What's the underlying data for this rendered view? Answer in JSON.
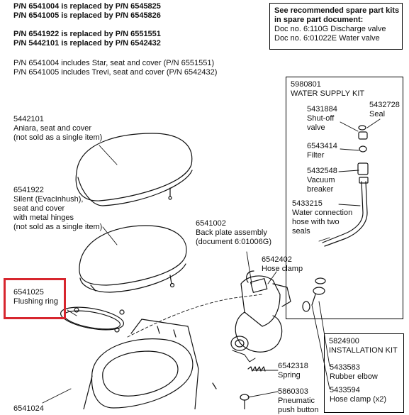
{
  "replacements": [
    "P/N 6541004 is replaced by P/N 6545825",
    "P/N 6541005 is replaced by P/N 6545826",
    "P/N 6541922 is replaced by P/N 6551551",
    "P/N 5442101 is replaced by P/N 6542432"
  ],
  "includes": [
    "P/N 6541004 includes Star, seat and cover (P/N 6551551)",
    "P/N 6541005 includes Trevi, seat and cover (P/N 6542432)"
  ],
  "spare_parts_box": {
    "title_lines": [
      "See recommended spare part kits",
      "in spare part document:"
    ],
    "docs": [
      "Doc no. 6:110G Discharge valve",
      "Doc no. 6:01022E Water valve"
    ]
  },
  "water_supply_kit": {
    "number": "5980801",
    "title": "WATER SUPPLY KIT",
    "parts": [
      {
        "lines": [
          "5431884",
          "Shut-off",
          "valve"
        ]
      },
      {
        "lines": [
          "5432728",
          "Seal"
        ]
      },
      {
        "lines": [
          "6543414",
          "Filter"
        ]
      },
      {
        "lines": [
          "5432548",
          "Vacuum",
          "breaker"
        ]
      },
      {
        "lines": [
          "5433215",
          "Water connection",
          "hose with two",
          "seals"
        ]
      }
    ]
  },
  "installation_kit": {
    "number": "5824900",
    "title": "INSTALLATION KIT",
    "parts": [
      {
        "lines": [
          "5433583",
          "Rubber elbow"
        ]
      },
      {
        "lines": [
          "5433594",
          "Hose clamp (x2)"
        ]
      }
    ]
  },
  "callouts": [
    {
      "lines": [
        "5442101",
        "Aniara, seat and cover",
        "(not sold as a single item)"
      ]
    },
    {
      "lines": [
        "6541922",
        "Silent (EvacInhush),",
        "seat and cover",
        "with metal hinges",
        "(not sold as a single item)"
      ]
    },
    {
      "lines": [
        "6541002",
        "Back plate assembly",
        "(document  6:01006G)"
      ]
    },
    {
      "lines": [
        "6542402",
        "Hose clamp"
      ]
    },
    {
      "lines": [
        "6542318",
        "Spring"
      ]
    },
    {
      "lines": [
        "5860303",
        "Pneumatic",
        "push button"
      ]
    },
    {
      "lines": [
        "6541024"
      ]
    }
  ],
  "highlight": {
    "lines": [
      "6541025",
      "Flushing ring"
    ],
    "color": "#d7262e"
  }
}
